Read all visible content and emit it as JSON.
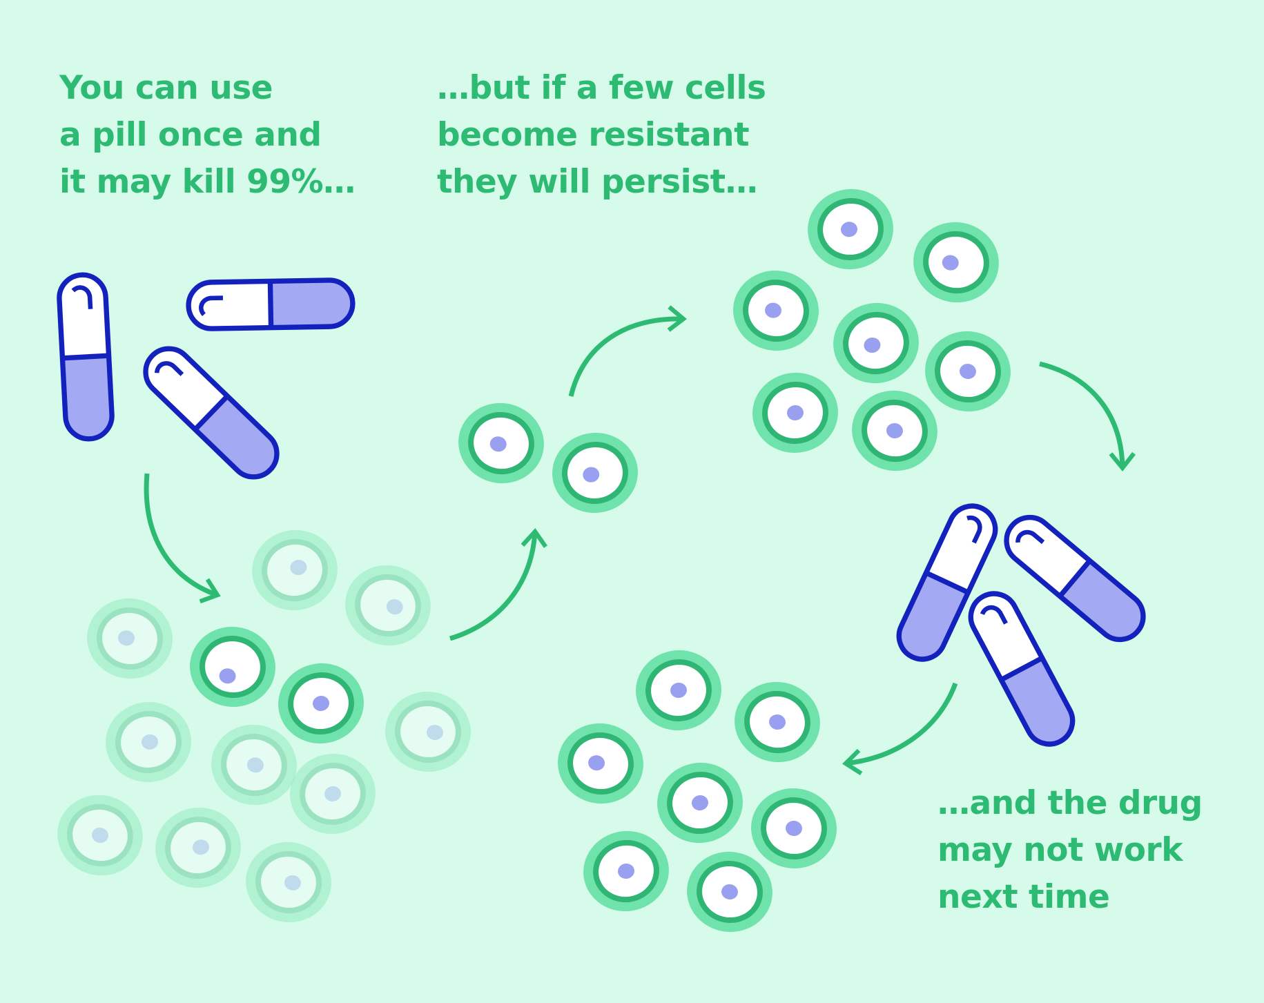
{
  "captions": {
    "step1": [
      "You can use",
      "a pill once and",
      "it may kill 99%…"
    ],
    "step2": [
      "…but if a few cells",
      "become resistant",
      "they will persist…"
    ],
    "step3": [
      "…and the drug",
      "may not work",
      "next time"
    ]
  },
  "colors": {
    "background": "#d6fbea",
    "text_green": "#2dbb73",
    "arrow_green": "#2dbb73",
    "cell_halo": "#6fe3ab",
    "cell_ring": "#2fb574",
    "cell_fill": "#ffffff",
    "nucleus": "#9aa0f0",
    "pill_outline": "#1422bd",
    "pill_fill": "#a3aaf3"
  },
  "icons": [
    "capsule-pill-icon",
    "cell-icon",
    "curved-arrow-icon"
  ]
}
